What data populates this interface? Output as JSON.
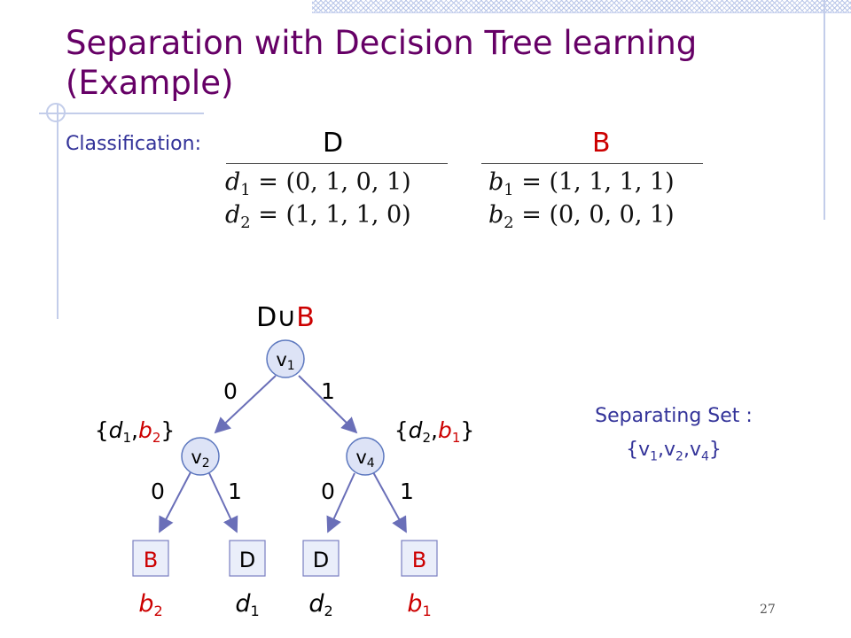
{
  "title": "Separation with Decision Tree learning (Example)",
  "classification_label": "Classification:",
  "sets": [
    {
      "name": "D",
      "color": "#000000",
      "vectors": [
        {
          "var": "d",
          "idx": "1",
          "value": "(0, 1, 0, 1)"
        },
        {
          "var": "d",
          "idx": "2",
          "value": "(1, 1, 1, 0)"
        }
      ]
    },
    {
      "name": "B",
      "color": "#cc0000",
      "vectors": [
        {
          "var": "b",
          "idx": "1",
          "value": "(1, 1, 1, 1)"
        },
        {
          "var": "b",
          "idx": "2",
          "value": "(0, 0, 0, 1)"
        }
      ]
    }
  ],
  "tree": {
    "root_label": {
      "left": "D",
      "op": "∪",
      "right": "B"
    },
    "nodes": [
      {
        "id": "v1",
        "var": "v",
        "idx": "1"
      },
      {
        "id": "v2",
        "var": "v",
        "idx": "2"
      },
      {
        "id": "v4",
        "var": "v",
        "idx": "4"
      }
    ],
    "edges": [
      {
        "from": "v1",
        "to": "v2",
        "label": "0"
      },
      {
        "from": "v1",
        "to": "v4",
        "label": "1"
      },
      {
        "from": "v2",
        "to": "leaf1",
        "label": "0"
      },
      {
        "from": "v2",
        "to": "leaf2",
        "label": "1"
      },
      {
        "from": "v4",
        "to": "leaf3",
        "label": "0"
      },
      {
        "from": "v4",
        "to": "leaf4",
        "label": "1"
      }
    ],
    "subset_labels": [
      {
        "node": "v2",
        "items": [
          {
            "var": "d",
            "idx": "1",
            "color": "#000000"
          },
          {
            "var": "b",
            "idx": "2",
            "color": "#cc0000"
          }
        ]
      },
      {
        "node": "v4",
        "items": [
          {
            "var": "d",
            "idx": "2",
            "color": "#000000"
          },
          {
            "var": "b",
            "idx": "1",
            "color": "#cc0000"
          }
        ]
      }
    ],
    "leaves": [
      {
        "id": "leaf1",
        "label": "B",
        "color": "#cc0000",
        "example": {
          "var": "b",
          "idx": "2",
          "color": "#cc0000"
        }
      },
      {
        "id": "leaf2",
        "label": "D",
        "color": "#000000",
        "example": {
          "var": "d",
          "idx": "1",
          "color": "#000000"
        }
      },
      {
        "id": "leaf3",
        "label": "D",
        "color": "#000000",
        "example": {
          "var": "d",
          "idx": "2",
          "color": "#000000"
        }
      },
      {
        "id": "leaf4",
        "label": "B",
        "color": "#cc0000",
        "example": {
          "var": "b",
          "idx": "1",
          "color": "#cc0000"
        }
      }
    ]
  },
  "separating_set": {
    "label": "Separating Set :",
    "elements": [
      {
        "var": "v",
        "idx": "1"
      },
      {
        "var": "v",
        "idx": "2"
      },
      {
        "var": "v",
        "idx": "4"
      }
    ]
  },
  "colors": {
    "title": "#660066",
    "text_blue": "#333399",
    "node_fill": "#dde3f6",
    "node_border": "#5d78bf",
    "edge": "#6a6fb8",
    "leaf_fill": "#eaeefa"
  },
  "page_number": "27"
}
